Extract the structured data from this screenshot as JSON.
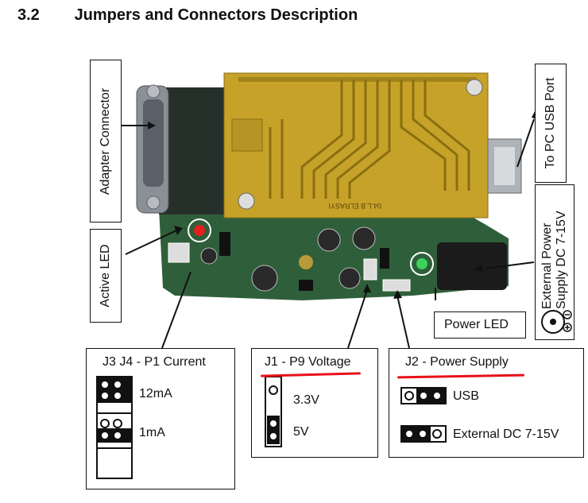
{
  "heading": {
    "number": "3.2",
    "title": "Jumpers and Connectors Description"
  },
  "callouts": {
    "adapter_connector": "Adapter Connector",
    "active_led": "Active LED",
    "to_pc_usb": "To PC USB Port",
    "external_power": "External Power Supply DC 7-15V",
    "power_led": "Power LED"
  },
  "board_text": "04.L.B ELRASYI",
  "panels": {
    "j3j4": {
      "title": "J3 J4 - P1 Current",
      "option1": "12mA",
      "option2": "1mA"
    },
    "j1": {
      "title": "J1 - P9 Voltage",
      "option1": "3.3V",
      "option2": "5V"
    },
    "j2": {
      "title": "J2 - Power Supply",
      "option1": "USB",
      "option2": "External DC 7-15V"
    }
  },
  "colors": {
    "pcb_green": "#2f5f3a",
    "daughter_yellow": "#c7a229",
    "underline_red": "#e8101a",
    "led_red": "#e0201a",
    "led_green": "#3bd35a"
  }
}
